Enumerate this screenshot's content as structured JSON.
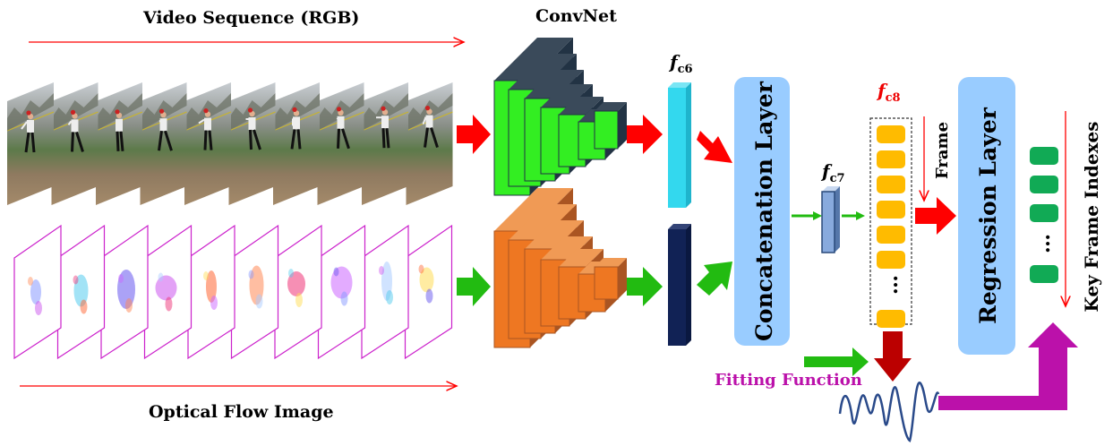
{
  "labels": {
    "video_title": "Video Sequence (RGB)",
    "flow_title": "Optical Flow Image",
    "convnet": "ConvNet",
    "fc6": "f",
    "fc6_sub": "c6",
    "fc7": "f",
    "fc7_sub": "c7",
    "fc8": "f",
    "fc8_sub": "c8",
    "concat": "Concatenation Layer",
    "regression": "Regression Layer",
    "frame": "Frame",
    "fitting": "Fitting Function",
    "key_frames": "Key Frame Indexes",
    "fc8_ellipsis": "…",
    "key_ellipsis": "…"
  },
  "colors": {
    "red_arrow": "#ff0000",
    "green_arrow": "#22bb11",
    "dark_red_arrow": "#bb0000",
    "purple_arrow": "#bb11aa",
    "rgb_block_fill": "#33ee22",
    "rgb_block_edge": "#223344",
    "flow_block_fill": "#ee7722",
    "flow_block_side": "#aa5522",
    "fc6_rgb": "#33d8ee",
    "fc6_flow": "#112255",
    "fc7": "#88aadd",
    "layer_box": "#99ccff",
    "fc8_cell": "#ffbb00",
    "key_cell": "#11aa55",
    "fc8_label": "#ee0000",
    "fitting_label": "#bb11aa",
    "flow_frame_border": "#cc22cc"
  },
  "icons": {
    "video_frames": "baseball-pitcher-frames",
    "flow_frames": "optical-flow-frames",
    "signal": "wave-signal-icon"
  }
}
